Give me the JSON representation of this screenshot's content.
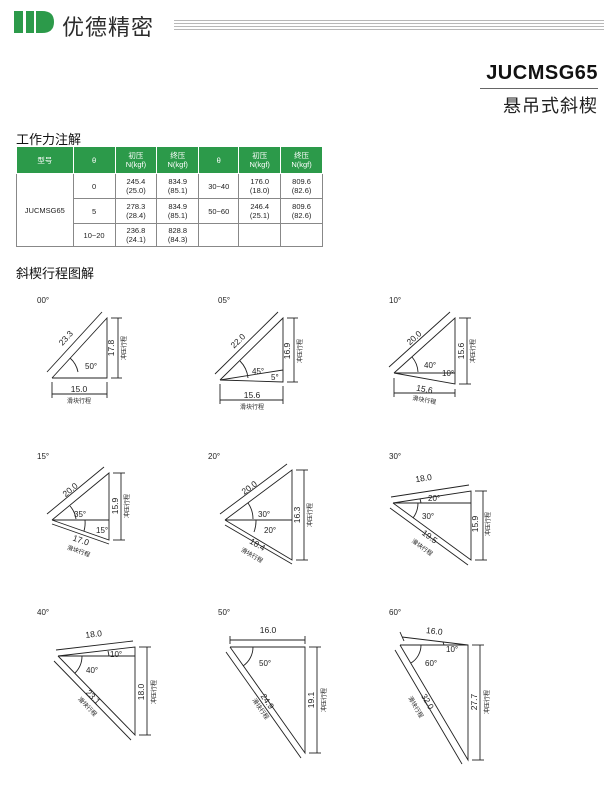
{
  "header": {
    "brand": "优德精密"
  },
  "title": {
    "model": "JUCMSG65",
    "subtitle": "悬吊式斜楔"
  },
  "section1_title": "工作力注解",
  "table": {
    "headers": [
      "型号",
      "θ",
      "初压",
      "N(kgf)",
      "终压",
      "N(kgf)",
      "θ",
      "初压",
      "N(kgf)",
      "终压",
      "N(kgf)"
    ],
    "model": "JUCMSG65",
    "rows": [
      {
        "theta1": "0",
        "init1": "245.4",
        "init1_kgf": "(25.0)",
        "final1": "834.9",
        "final1_kgf": "(85.1)",
        "theta2": "30~40",
        "init2": "176.0",
        "init2_kgf": "(18.0)",
        "final2": "809.6",
        "final2_kgf": "(82.6)"
      },
      {
        "theta1": "5",
        "init1": "278.3",
        "init1_kgf": "(28.4)",
        "final1": "834.9",
        "final1_kgf": "(85.1)",
        "theta2": "50~60",
        "init2": "246.4",
        "init2_kgf": "(25.1)",
        "final2": "809.6",
        "final2_kgf": "(82.6)"
      },
      {
        "theta1": "10~20",
        "init1": "236.8",
        "init1_kgf": "(24.1)",
        "final1": "828.8",
        "final1_kgf": "(84.3)",
        "theta2": "",
        "init2": "",
        "init2_kgf": "",
        "final2": "",
        "final2_kgf": ""
      }
    ]
  },
  "section2_title": "斜楔行程图解",
  "diagram_labels": {
    "slide": "滑块行程",
    "punch": "冲压行程"
  },
  "diagrams": [
    {
      "angle": "00°",
      "hyp": "23.3",
      "vert": "17.8",
      "base": "15.0",
      "angles": [
        "50°"
      ]
    },
    {
      "angle": "05°",
      "hyp": "22.0",
      "vert": "16.9",
      "base": "15.6",
      "angles": [
        "45°",
        "5°"
      ]
    },
    {
      "angle": "10°",
      "hyp": "20.0",
      "vert": "15.6",
      "base": "15.6",
      "angles": [
        "40°",
        "10°"
      ]
    },
    {
      "angle": "15°",
      "hyp": "20.0",
      "vert": "15.9",
      "base": "17.0",
      "angles": [
        "35°",
        "15°"
      ]
    },
    {
      "angle": "20°",
      "hyp": "20.0",
      "vert": "16.3",
      "base": "18.4",
      "angles": [
        "30°",
        "20°"
      ]
    },
    {
      "angle": "30°",
      "hyp": "18.0",
      "vert": "15.9",
      "base": "19.5",
      "angles": [
        "20°",
        "30°"
      ]
    },
    {
      "angle": "40°",
      "hyp": "18.0",
      "vert": "18.0",
      "base": "23.1",
      "angles": [
        "10°",
        "40°"
      ]
    },
    {
      "angle": "50°",
      "hyp": "16.0",
      "vert": "19.1",
      "base": "24.9",
      "angles": [
        "50°"
      ]
    },
    {
      "angle": "60°",
      "hyp": "16.0",
      "vert": "27.7",
      "base": "32.0",
      "angles": [
        "10°",
        "60°"
      ]
    }
  ]
}
